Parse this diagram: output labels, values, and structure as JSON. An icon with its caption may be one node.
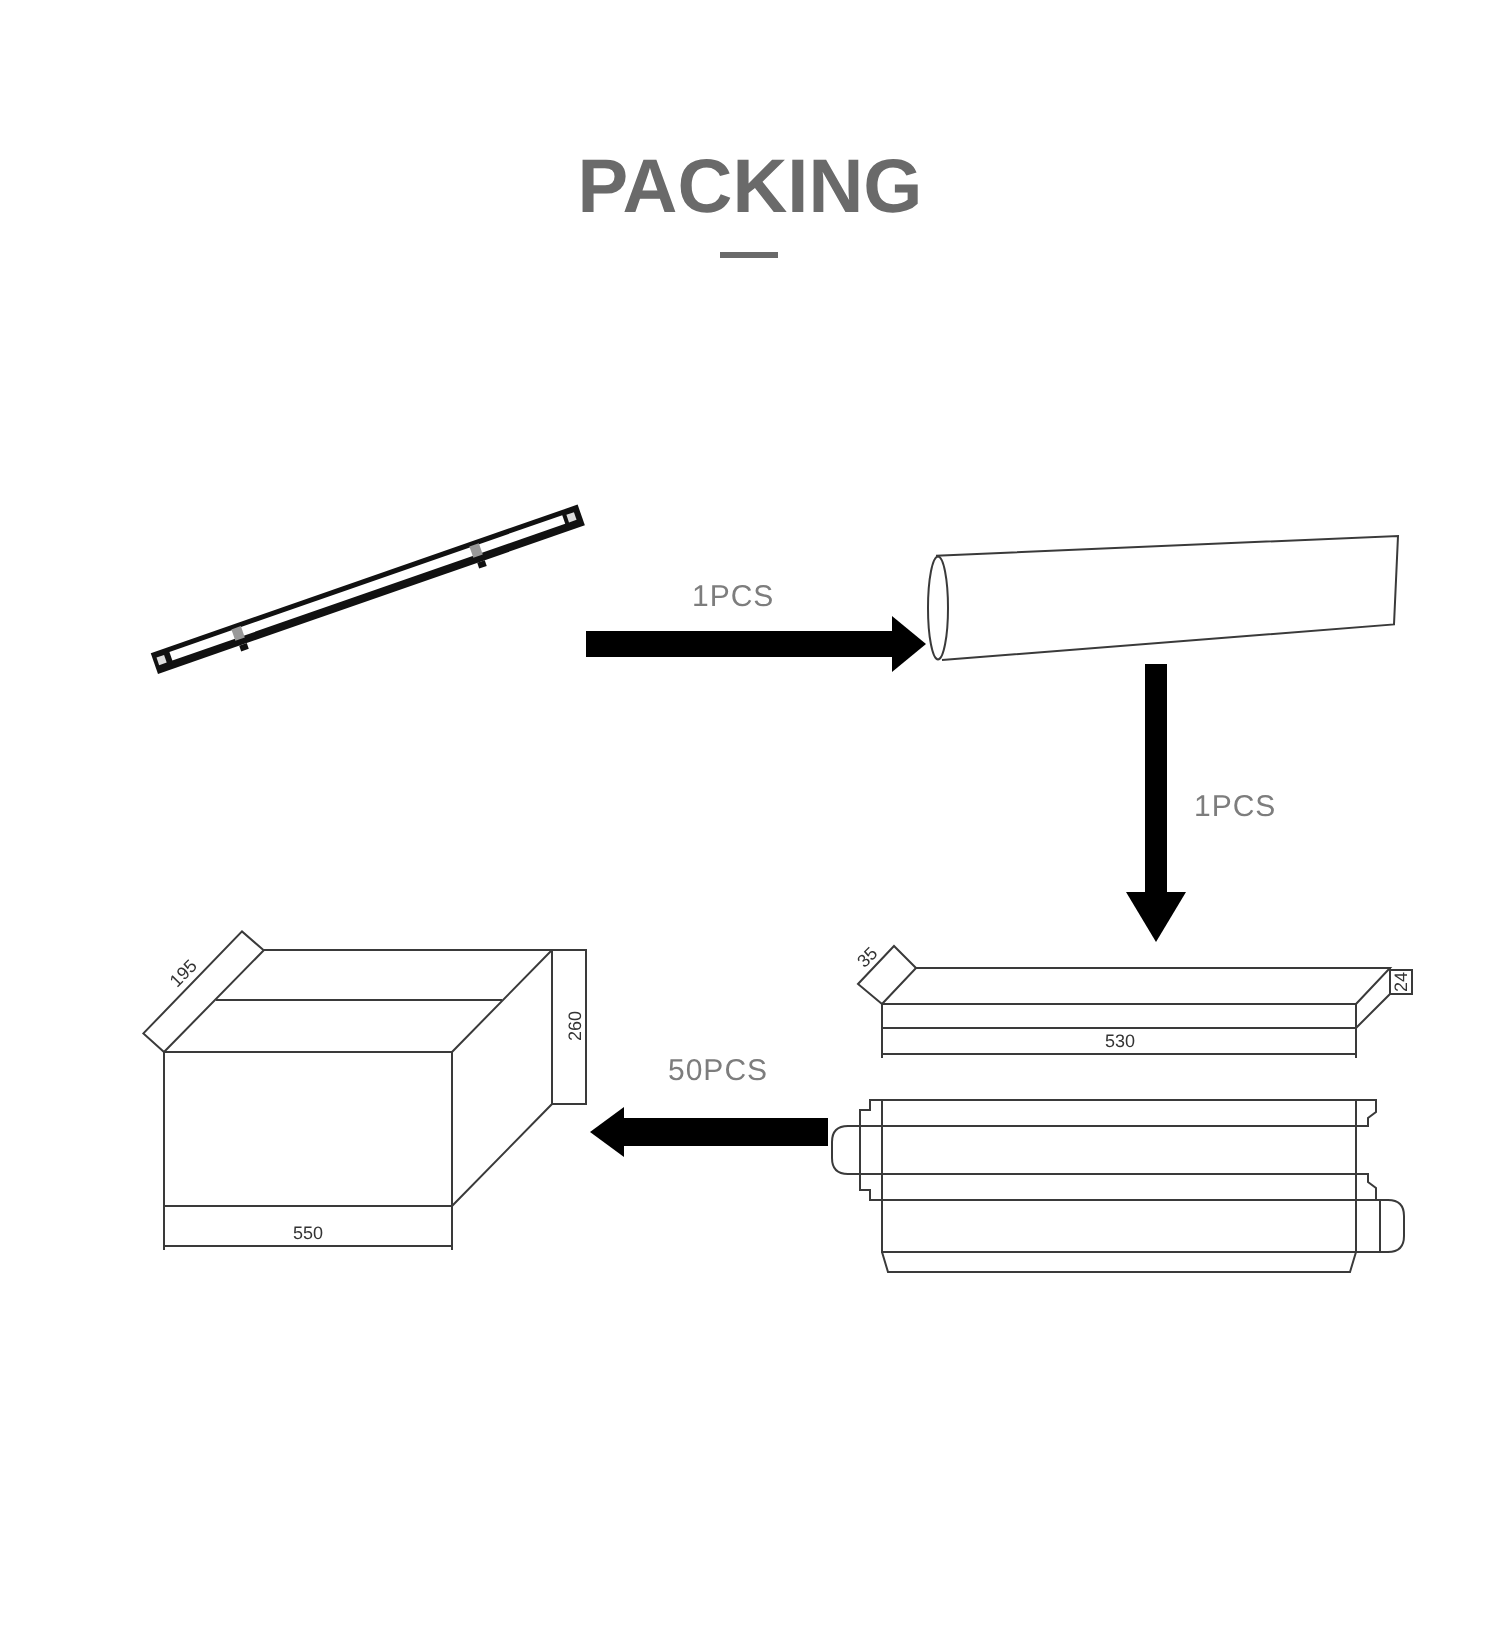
{
  "diagram": {
    "title": "PACKING",
    "nodes": [
      {
        "text": [],
        "shape": "picture"
      },
      {
        "text": [],
        "shape": "cylinder"
      },
      {
        "text": [],
        "shape": "picture"
      },
      {
        "text": [],
        "shape": "picture"
      }
    ],
    "edges": [
      {
        "from": 0,
        "to": 1,
        "arrow": "to",
        "label": "1PCS"
      },
      {
        "from": 1,
        "to": 2,
        "arrow": "to",
        "label": "1PCS"
      },
      {
        "from": 2,
        "to": 3,
        "arrow": "to",
        "label": "50PCS"
      }
    ],
    "labels": [
      "195",
      "260",
      "550",
      "35",
      "24",
      "530"
    ]
  }
}
